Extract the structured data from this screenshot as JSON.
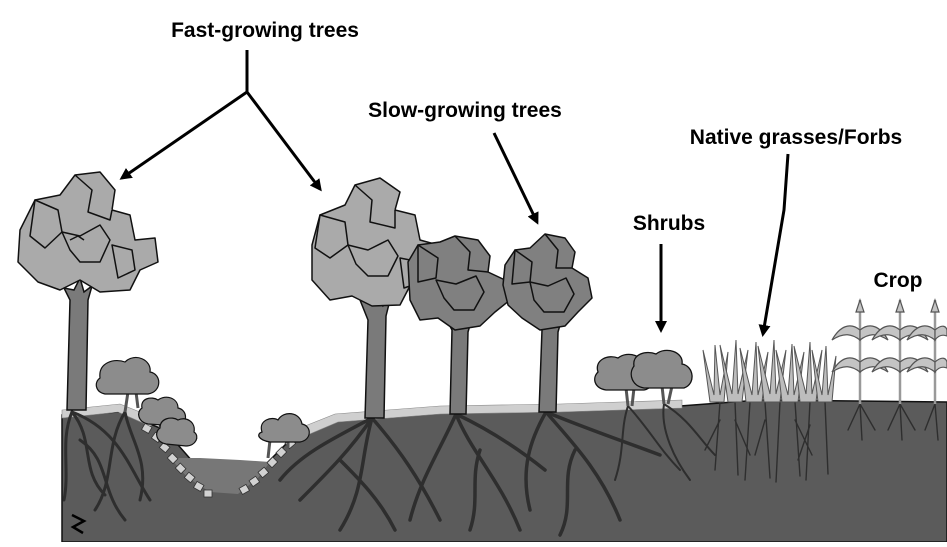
{
  "labels": {
    "fast_growing_trees": "Fast-growing trees",
    "slow_growing_trees": "Slow-growing trees",
    "native_grasses_forbs": "Native grasses/Forbs",
    "shrubs": "Shrubs",
    "crop": "Crop"
  },
  "colors": {
    "soil": "#5b5b5b",
    "soil_dark": "#4a4a4a",
    "stream_water": "#767676",
    "roots": "#2e2e2e",
    "trunk": "#7a7a7a",
    "canopy_light": "#a9a9a9",
    "canopy_dark": "#7f7f7f",
    "shrub": "#8c8c8c",
    "grass": "#bdbdbd",
    "crop": "#c4c4c4",
    "rock": "#d2d2d2",
    "outline": "#111111"
  }
}
